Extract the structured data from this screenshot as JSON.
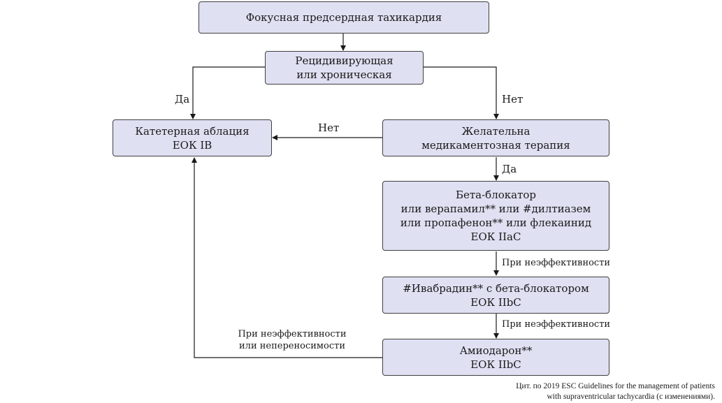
{
  "nodes": {
    "focal_at": {
      "lines": [
        "Фокусная предсердная тахикардия"
      ]
    },
    "recurrent": {
      "lines": [
        "Рецидивирующая",
        "или хроническая"
      ]
    },
    "ablation": {
      "lines": [
        "Катетерная аблация",
        "ЕОК IB"
      ]
    },
    "drug_therapy": {
      "lines": [
        "Желательна",
        "медикаментозная терапия"
      ]
    },
    "beta_blocker": {
      "lines": [
        "Бета-блокатор",
        "или верапамил** или #дилтиазем",
        "или пропафенон** или флекаинид",
        "ЕОК IIaC"
      ]
    },
    "ivabradine": {
      "lines": [
        "#Ивабрадин** с бета-блокатором",
        "ЕОК IIbC"
      ]
    },
    "amiodarone": {
      "lines": [
        "Амиодарон**",
        "ЕОК IIbC"
      ]
    }
  },
  "edge_labels": {
    "yes_left": "Да",
    "no_right": "Нет",
    "no_to_ablation": "Нет",
    "yes_down": "Да",
    "ineffective_1": "При неэффективности",
    "ineffective_2": "При неэффективности",
    "ineffective_or_intolerance": [
      "При неэффективности",
      "или непереносимости"
    ]
  },
  "caption": [
    "Цит. по 2019 ESC Guidelines for the management of patients",
    "with supraventricular tachycardia (с изменениями)."
  ]
}
